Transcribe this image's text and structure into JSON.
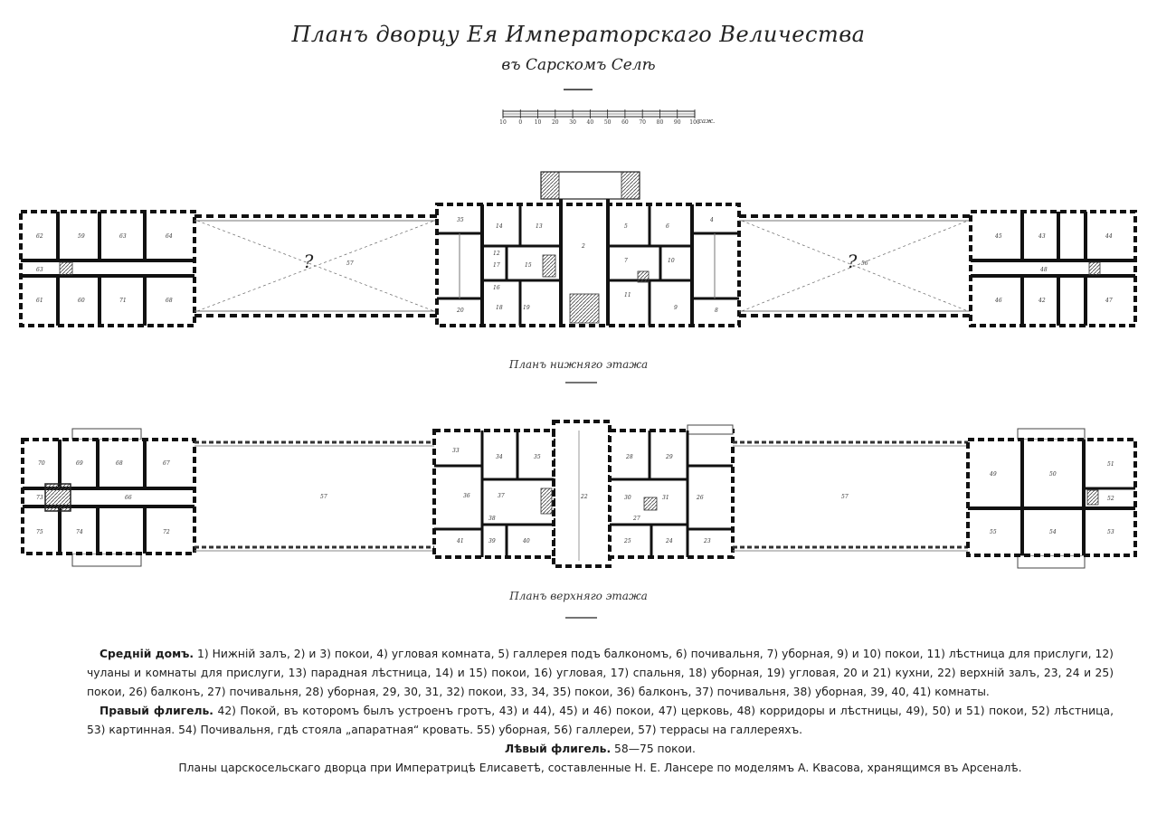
{
  "header": {
    "title": "Планъ дворцу Ея Императорскаго Величества",
    "subtitle": "въ Сарскомъ Селѣ"
  },
  "scale_bar": {
    "tick_labels": [
      "10",
      "0",
      "10",
      "20",
      "30",
      "40",
      "50",
      "60",
      "70",
      "80",
      "90",
      "100"
    ],
    "unit": "саж."
  },
  "ground_floor": {
    "caption": "Планъ нижняго этажа",
    "room_numbers": {
      "left_wing": [
        "62",
        "59",
        "63",
        "64",
        "63",
        "61",
        "60",
        "71",
        "68"
      ],
      "left_gallery": "57",
      "center_left": [
        "35",
        "14",
        "13",
        "12",
        "17",
        "15",
        "16",
        "18",
        "19",
        "20"
      ],
      "center_main": "2",
      "center_right": [
        "5",
        "6",
        "7",
        "10",
        "9",
        "8",
        "11",
        "4"
      ],
      "right_gallery": "56",
      "right_wing": [
        "45",
        "43",
        "44",
        "48",
        "46",
        "42",
        "47"
      ]
    }
  },
  "upper_floor": {
    "caption": "Планъ верхняго этажа",
    "room_numbers": {
      "left_wing": [
        "70",
        "69",
        "68",
        "67",
        "73",
        "66",
        "75",
        "74",
        "72"
      ],
      "left_gallery": "57",
      "center_left": [
        "33",
        "34",
        "35",
        "36",
        "37",
        "38",
        "39",
        "40",
        "41"
      ],
      "center_main": "22",
      "center_right": [
        "28",
        "29",
        "30",
        "31",
        "27",
        "26",
        "25",
        "24",
        "23"
      ],
      "right_gallery": "57",
      "right_wing": [
        "49",
        "50",
        "51",
        "52",
        "55",
        "54",
        "53"
      ]
    }
  },
  "legend": {
    "middle_label": "Средній домъ.",
    "middle_text": "1) Нижній залъ, 2) и 3) покои, 4) угловая комната, 5) галлерея подъ балкономъ, 6) почивальня, 7) уборная, 9) и 10) покои, 11) лѣстница для прислуги, 12) чуланы и комнаты для прислуги, 13) парадная лѣстница, 14) и 15) покои, 16) угловая, 17) спальня, 18) уборная, 19) угловая, 20 и 21) кухни, 22) верхній залъ, 23, 24 и 25) покои, 26) балконъ, 27) почивальня, 28) уборная, 29, 30, 31, 32) покои, 33, 34, 35) покои, 36) балконъ, 37) почивальня, 38) уборная, 39, 40, 41) комнаты.",
    "right_label": "Правый флигель.",
    "right_text": "42) Покой, въ которомъ былъ устроенъ гротъ, 43) и 44), 45) и 46) покои, 47) церковь, 48) корридоры и лѣстницы, 49), 50) и 51) покои, 52) лѣстница, 53) картинная. 54) Почивальня, гдѣ стояла „апаратная“ кровать. 55) уборная, 56) галлереи, 57) террасы на галлереяхъ.",
    "left_label": "Лѣвый флигель.",
    "left_text": "58—75 покои.",
    "source": "Планы царскосельскаго дворца при Императрицѣ Елисаветѣ, составленные Н. Е. Лансере по моделямъ А. Квасова, хранящимся въ Арсеналѣ."
  }
}
